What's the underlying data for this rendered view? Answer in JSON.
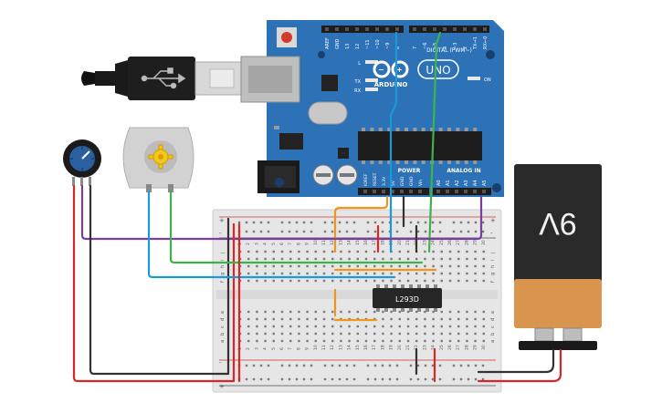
{
  "arduino": {
    "brand": "ARDUINO",
    "model": "UNO",
    "digital_header_label": "DIGITAL (PWM~)",
    "power_label": "POWER",
    "analog_label": "ANALOG IN",
    "on_label": "ON",
    "tx_label": "TX",
    "rx_label": "RX",
    "l_label": "L",
    "top_pins_left": [
      "AREF",
      "GND",
      "13",
      "12",
      "~11",
      "~10",
      "~9",
      "8"
    ],
    "top_pins_right": [
      "7",
      "~6",
      "~5",
      "4",
      "~3",
      "2",
      "TX→1",
      "RX←0"
    ],
    "power_pins": [
      "IOREF",
      "RESET",
      "3.3V",
      "5V",
      "GND",
      "GND",
      "Vin"
    ],
    "analog_pins": [
      "A0",
      "A1",
      "A2",
      "A3",
      "A4",
      "A5"
    ]
  },
  "chip": {
    "label": "L293D"
  },
  "battery": {
    "label": "9V"
  },
  "breadboard": {
    "rows_top": [
      "j",
      "i",
      "h",
      "g",
      "f"
    ],
    "rows_bottom": [
      "e",
      "d",
      "c",
      "b",
      "a"
    ],
    "columns": [
      "1",
      "2",
      "3",
      "4",
      "5",
      "6",
      "7",
      "8",
      "9",
      "10",
      "11",
      "12",
      "13",
      "14",
      "15",
      "16",
      "17",
      "18",
      "19",
      "20",
      "21",
      "22",
      "23",
      "24",
      "25",
      "26",
      "27",
      "28",
      "29",
      "30"
    ],
    "rail_plus": "+",
    "rail_minus": "-"
  },
  "colors": {
    "board": "#2d72b7",
    "breadboard": "#e6e6e6",
    "wire_orange": "#f0961e",
    "wire_blue": "#1a9ad6",
    "wire_green": "#3cb44b",
    "wire_purple": "#7a3d9c",
    "wire_red": "#d62828",
    "wire_black": "#333333"
  }
}
